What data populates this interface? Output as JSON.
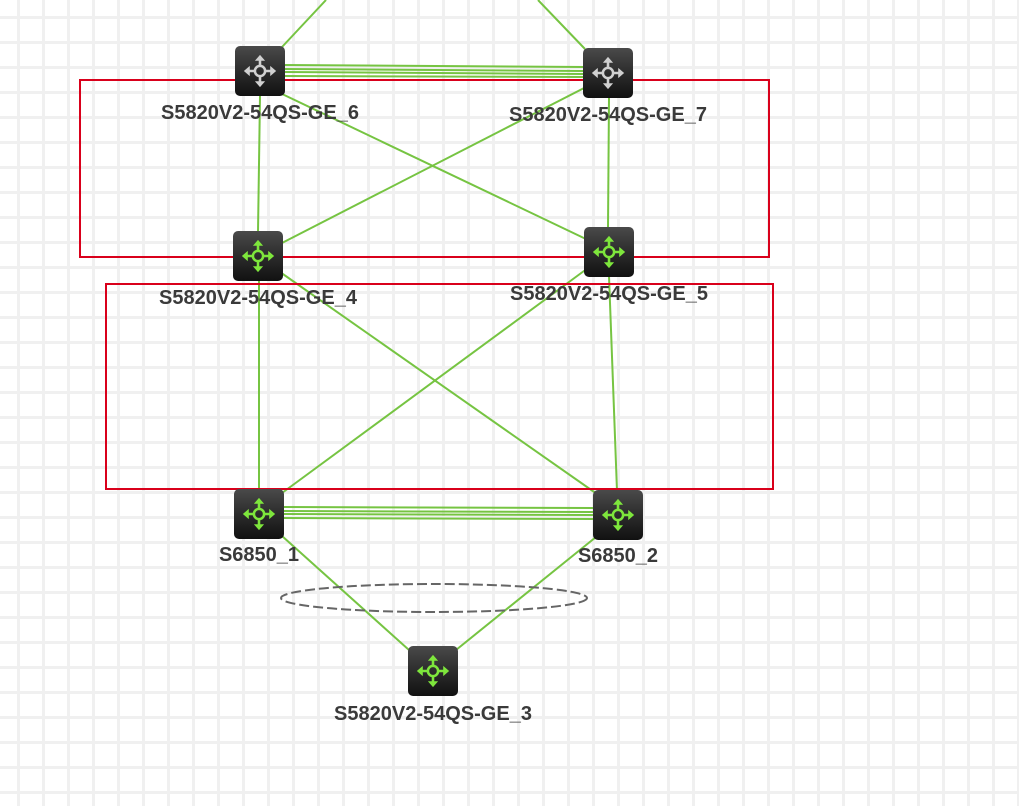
{
  "diagram": {
    "type": "network-topology",
    "link_color": "#76c442",
    "highlight_box_color": "#d9001b",
    "nodes": [
      {
        "id": "ge6",
        "label": "S5820V2-54QS-GE_6",
        "icon": "switch-icon",
        "state": "inactive",
        "icon_color": "#d0d0d0"
      },
      {
        "id": "ge7",
        "label": "S5820V2-54QS-GE_7",
        "icon": "switch-icon",
        "state": "inactive",
        "icon_color": "#d0d0d0"
      },
      {
        "id": "ge4",
        "label": "S5820V2-54QS-GE_4",
        "icon": "switch-icon",
        "state": "active",
        "icon_color": "#7ee63c"
      },
      {
        "id": "ge5",
        "label": "S5820V2-54QS-GE_5",
        "icon": "switch-icon",
        "state": "active",
        "icon_color": "#7ee63c"
      },
      {
        "id": "s68501",
        "label": "S6850_1",
        "icon": "switch-icon",
        "state": "active",
        "icon_color": "#7ee63c"
      },
      {
        "id": "s68502",
        "label": "S6850_2",
        "icon": "switch-icon",
        "state": "active",
        "icon_color": "#7ee63c"
      },
      {
        "id": "ge3",
        "label": "S5820V2-54QS-GE_3",
        "icon": "switch-icon",
        "state": "active",
        "icon_color": "#7ee63c"
      }
    ],
    "links": [
      {
        "from": "ge6",
        "to": "ge7",
        "count": 4
      },
      {
        "from": "ge6",
        "to": "ge4",
        "count": 1
      },
      {
        "from": "ge6",
        "to": "ge5",
        "count": 1
      },
      {
        "from": "ge7",
        "to": "ge4",
        "count": 1
      },
      {
        "from": "ge7",
        "to": "ge5",
        "count": 1
      },
      {
        "from": "ge4",
        "to": "s68501",
        "count": 1
      },
      {
        "from": "ge4",
        "to": "s68502",
        "count": 1
      },
      {
        "from": "ge5",
        "to": "s68501",
        "count": 1
      },
      {
        "from": "ge5",
        "to": "s68502",
        "count": 1
      },
      {
        "from": "s68501",
        "to": "s68502",
        "count": 4
      },
      {
        "from": "s68501",
        "to": "ge3",
        "count": 1
      },
      {
        "from": "s68502",
        "to": "ge3",
        "count": 1
      },
      {
        "from": "ge6",
        "to": "offscreen-top",
        "count": 1
      },
      {
        "from": "ge7",
        "to": "offscreen-top",
        "count": 1
      }
    ],
    "annotations": [
      {
        "type": "highlight-box",
        "encloses_links": [
          "ge6-ge4",
          "ge6-ge5",
          "ge7-ge4",
          "ge7-ge5"
        ]
      },
      {
        "type": "highlight-box",
        "encloses_links": [
          "ge4-s68501",
          "ge4-s68502",
          "ge5-s68501",
          "ge5-s68502"
        ]
      },
      {
        "type": "dashed-ellipse",
        "marks": "link-aggregation",
        "links": [
          "s68501-ge3",
          "s68502-ge3"
        ]
      }
    ]
  }
}
